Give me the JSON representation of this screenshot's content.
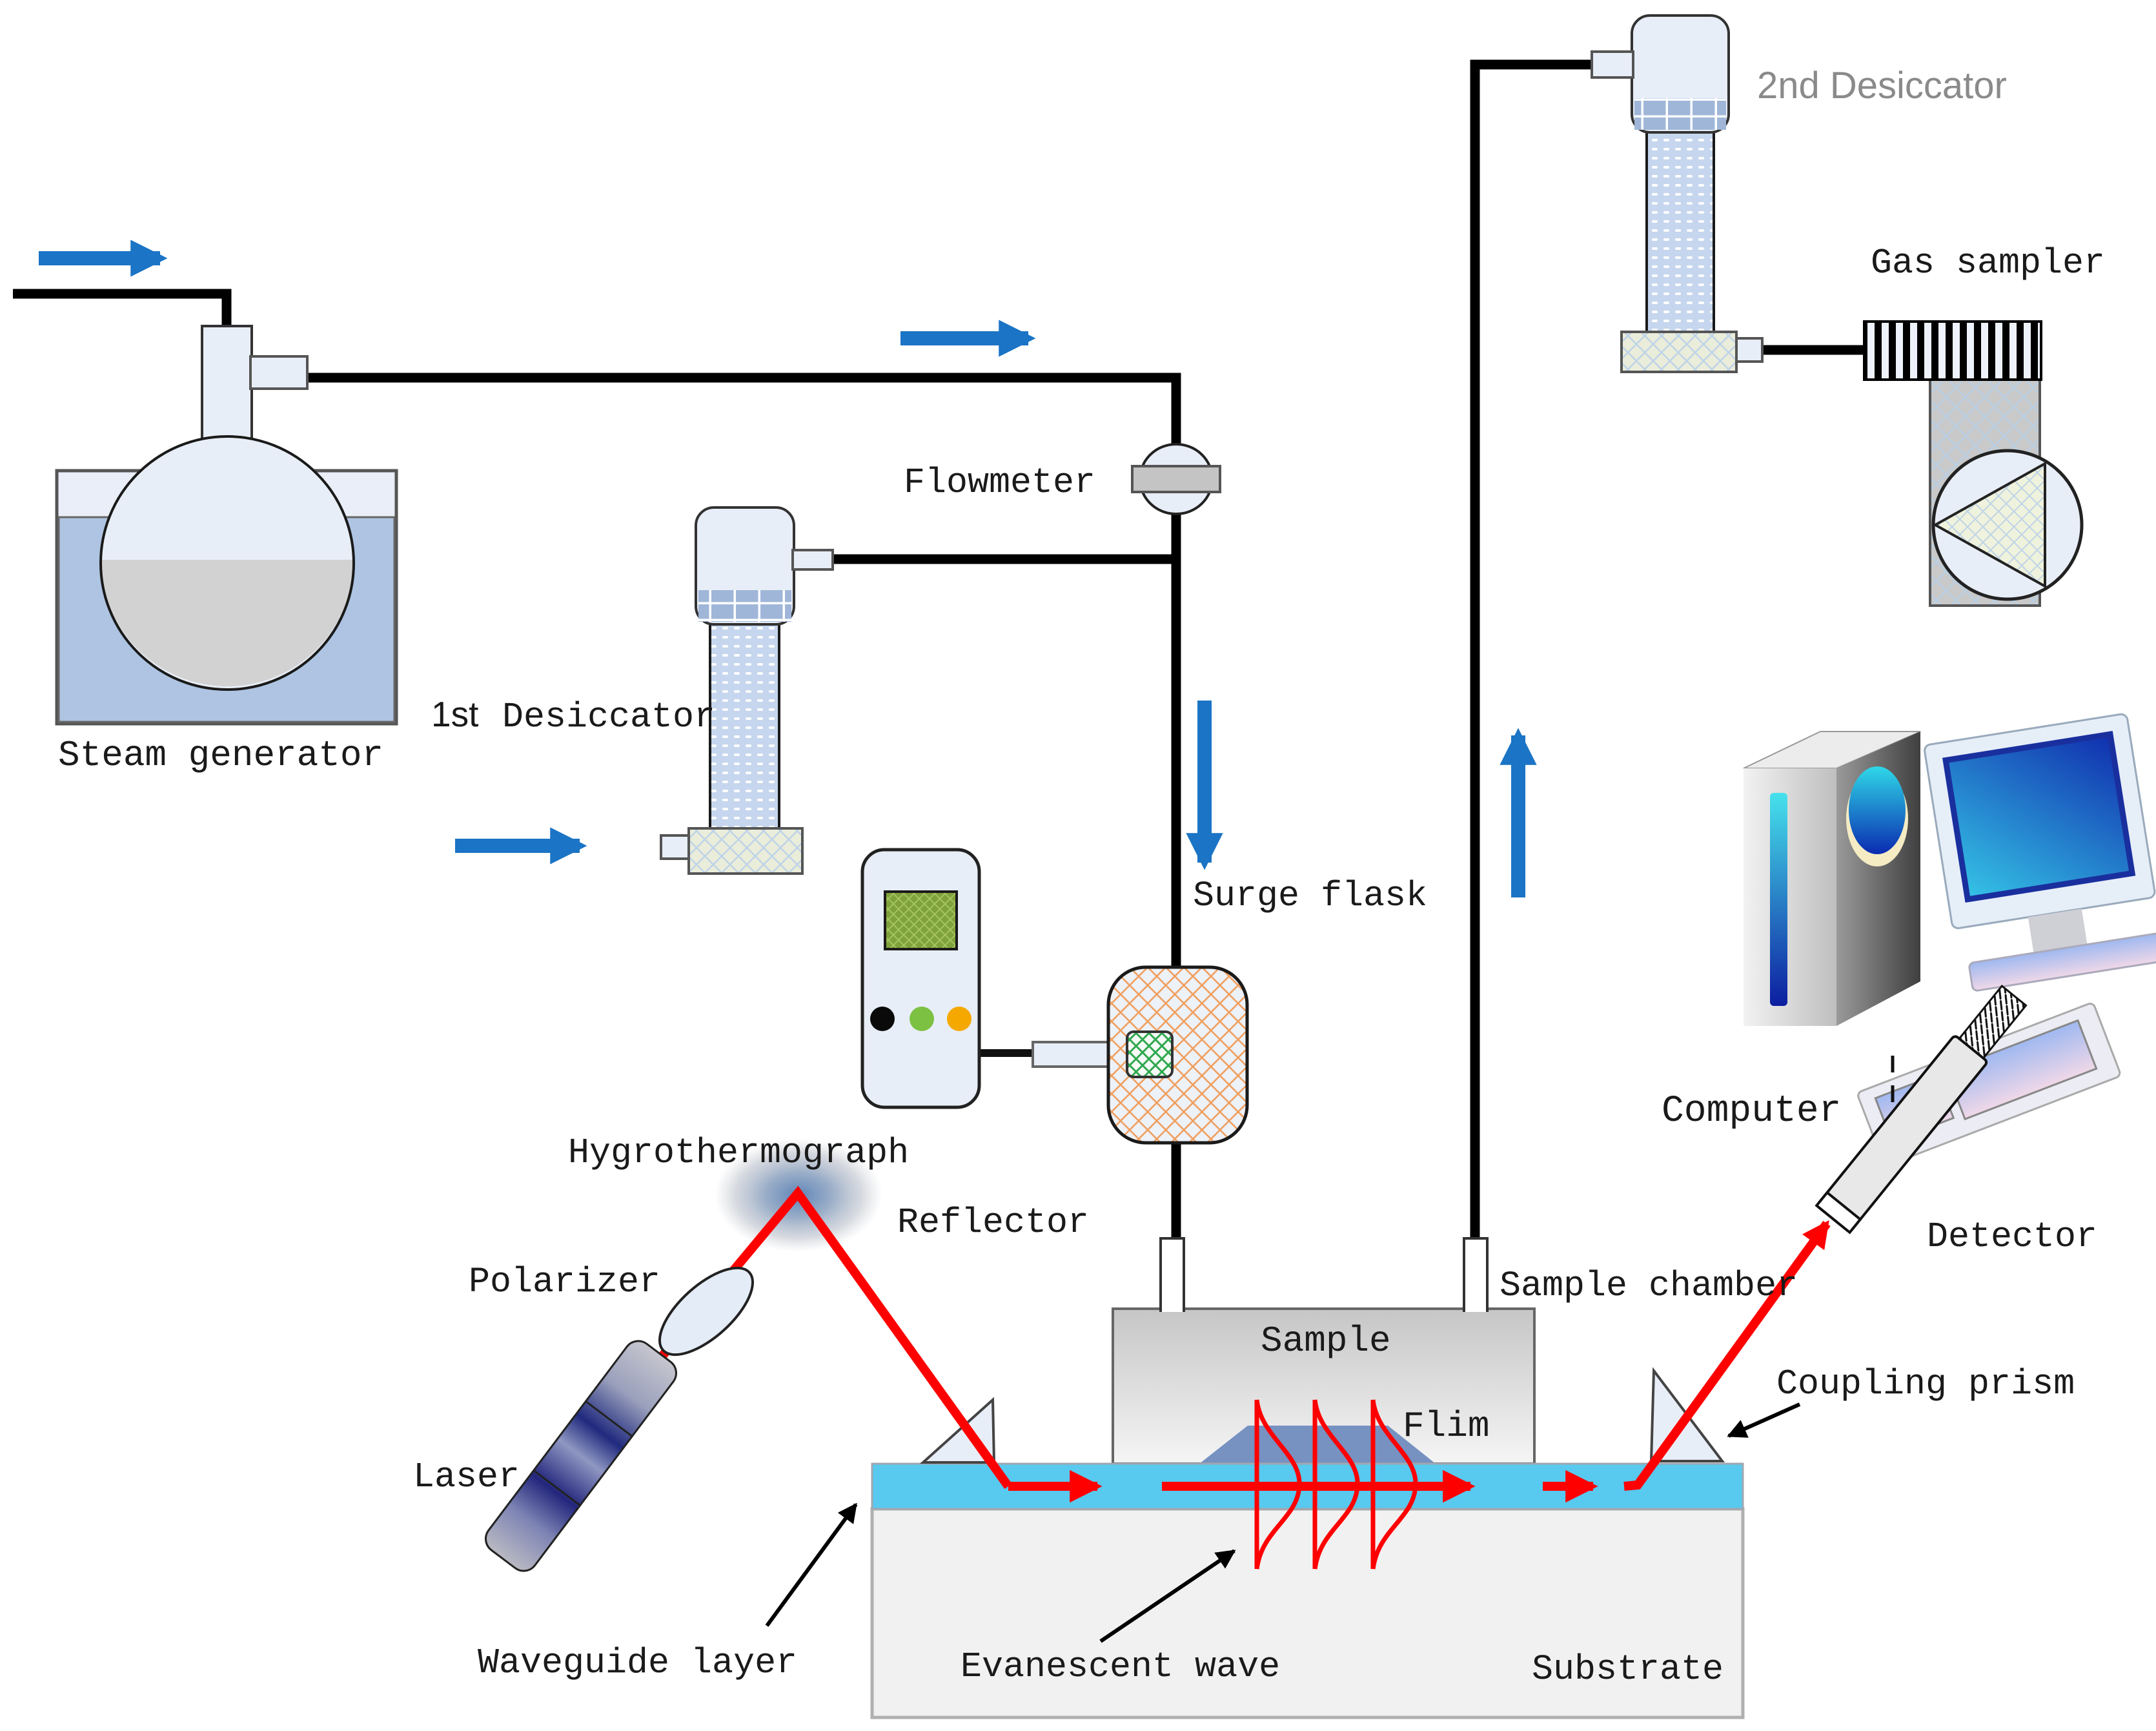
{
  "labels": {
    "steam_generator": "Steam generator",
    "first_desiccator_prefix": "1st",
    "first_desiccator": "Desiccator",
    "flowmeter": "Flowmeter",
    "hygrothermograph": "Hygrothermograph",
    "surge_flask": "Surge flask",
    "second_desiccator": "2nd Desiccator",
    "gas_sampler": "Gas sampler",
    "computer": "Computer",
    "detector": "Detector",
    "reflector": "Reflector",
    "polarizer": "Polarizer",
    "laser": "Laser",
    "sample": "Sample",
    "sample_chamber": "Sample chamber",
    "flim": "Flim",
    "coupling_prism": "Coupling prism",
    "waveguide_layer": "Waveguide layer",
    "evanescent_wave": "Evanescent wave",
    "substrate": "Substrate"
  },
  "colors": {
    "pipe": "#000000",
    "flow_arrow_blue": "#1b74c5",
    "laser_beam_red": "#ff0000",
    "waveguide_cyan": "#58c9ef",
    "film_blue": "#7791c1",
    "vessel_light_blue": "#e8eef7",
    "bath_water_blue": "#aec4e2",
    "desiccant_column_blue": "#c6d6ee",
    "desiccant_grid_blue": "#9fb6d8",
    "base_hatch_cream": "#eaedda",
    "surge_hatch_orange": "#f0a060",
    "sensor_hatch_green": "#2fa84f",
    "screen_olive": "#7fa23b",
    "label_gray": "#8a8a8a",
    "substrate_gray": "#f1f1f1",
    "chamber_gray_top": "#c6c6c6"
  }
}
